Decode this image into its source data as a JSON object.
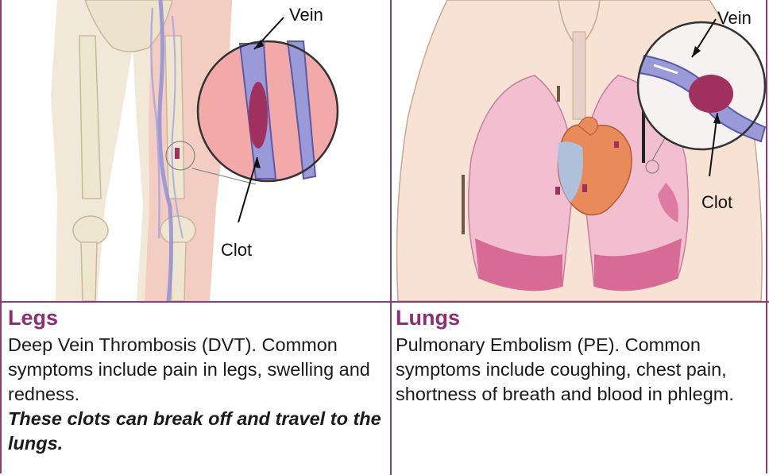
{
  "legs": {
    "heading": "Legs",
    "body": "Deep Vein Thrombosis (DVT). Common symptoms include pain in legs, swelling and redness.",
    "emphasis": "These clots can break off and travel to the lungs.",
    "labels": {
      "vein": "Vein",
      "clot": "Clot"
    }
  },
  "lungs": {
    "heading": "Lungs",
    "body": "Pulmonary Embolism (PE). Common symptoms include coughing, chest pain, shortness of breath and blood in phlegm.",
    "labels": {
      "vein": "Vein",
      "clot": "Clot"
    }
  },
  "colors": {
    "border": "#8a3c7a",
    "heading": "#8b2e74",
    "clot": "#a0305e",
    "vein": "#8f8fd8",
    "lung": "#e79ab4",
    "skin": "#f7e2d3"
  }
}
